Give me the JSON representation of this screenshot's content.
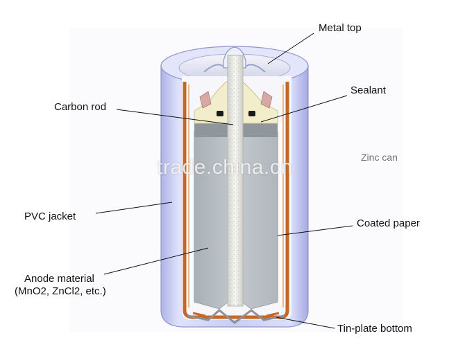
{
  "labels": {
    "metal_top": "Metal top",
    "sealant": "Sealant",
    "carbon_rod": "Carbon rod",
    "zinc_can": "Zinc can",
    "pvc_jacket": "PVC jacket",
    "coated_paper": "Coated paper",
    "anode_material_line1": "Anode material",
    "anode_material_line2": "(MnO2, ZnCl2, etc.)",
    "tin_plate_bottom": "Tin-plate bottom"
  },
  "watermark": "trade.china.cn",
  "colors": {
    "pvc_jacket": "#c9cdf0",
    "zinc_can": "#c4682a",
    "anode": "#b9c0c6",
    "carbon_rod": "#e7e7e3",
    "sealant": "#f2eecb",
    "metal": "#e6e7ee"
  }
}
